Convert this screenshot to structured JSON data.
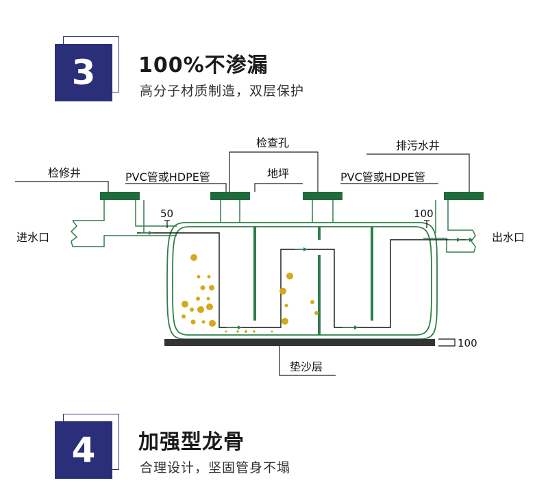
{
  "section3": {
    "number": "3",
    "title": "100%不渗漏",
    "subtitle": "高分子材质制造，双层保护"
  },
  "diagram": {
    "labels": {
      "inspection_well": "检修井",
      "pipe_left": "PVC管或HDPE管",
      "inspection_hole": "检查孔",
      "ground": "地坪",
      "sewage_well": "排污水井",
      "pipe_right": "PVC管或HDPE管",
      "inlet": "进水口",
      "outlet": "出水口",
      "dim_inlet": "50",
      "dim_outlet": "100",
      "dim_base": "100",
      "cushion": "垫沙层"
    },
    "colors": {
      "green": "#2e7d4a",
      "dark_green": "#1f6b3a",
      "bubble": "#d4a91a",
      "base": "#333333"
    }
  },
  "section4": {
    "number": "4",
    "title": "加强型龙骨",
    "subtitle": "合理设计，坚固管身不塌"
  }
}
